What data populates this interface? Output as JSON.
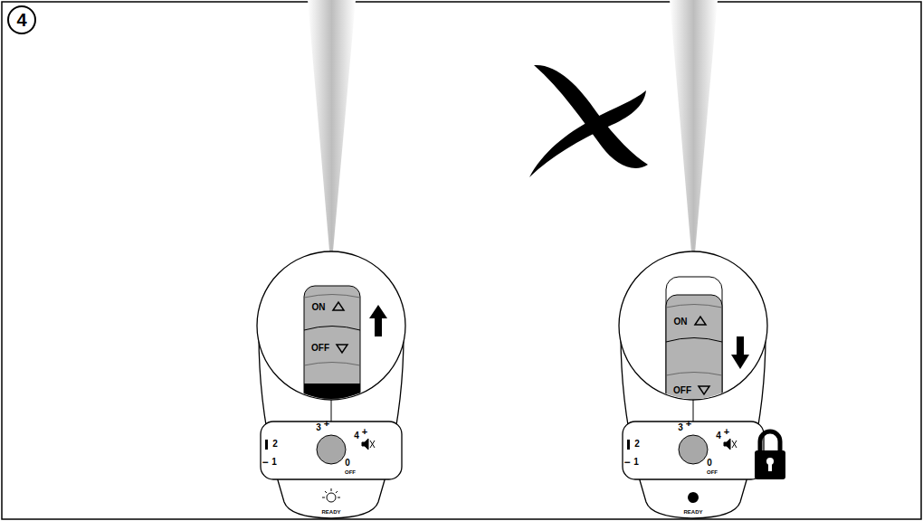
{
  "diagram": {
    "nodes": [
      {
        "text": [
          "4"
        ]
      }
    ],
    "labels": [
      "ON",
      "OFF",
      "2",
      "3",
      "+",
      "4",
      "+",
      "−",
      "1",
      "0",
      "OFF",
      "READY",
      "ON",
      "OFF",
      "2",
      "3",
      "+",
      "4",
      "+",
      "−",
      "1",
      "0",
      "OFF",
      "READY"
    ]
  }
}
